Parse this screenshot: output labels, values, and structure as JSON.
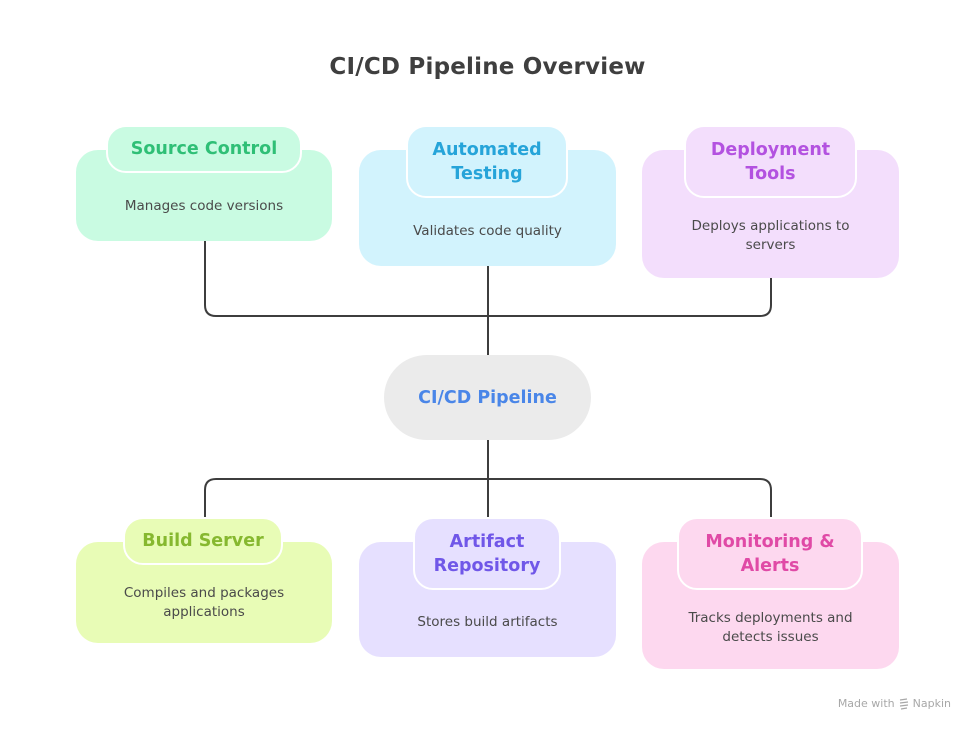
{
  "title": "CI/CD Pipeline Overview",
  "center": {
    "label": "CI/CD Pipeline",
    "color": "#4a86e8"
  },
  "nodes": [
    {
      "id": "source-control",
      "label": "Source Control",
      "description": "Manages code versions",
      "bg": "#c9fbe2",
      "label_color": "#2fbf76"
    },
    {
      "id": "automated-testing",
      "label": "Automated Testing",
      "description": "Validates code quality",
      "bg": "#d2f3fd",
      "label_color": "#26a4d9"
    },
    {
      "id": "deployment-tools",
      "label": "Deployment Tools",
      "description": "Deploys applications to servers",
      "bg": "#f3defc",
      "label_color": "#b352e0"
    },
    {
      "id": "build-server",
      "label": "Build Server",
      "description": "Compiles and packages applications",
      "bg": "#e8fcb6",
      "label_color": "#86b82f"
    },
    {
      "id": "artifact-repository",
      "label": "Artifact Repository",
      "description": "Stores build artifacts",
      "bg": "#e6e0ff",
      "label_color": "#7057e8"
    },
    {
      "id": "monitoring-alerts",
      "label": "Monitoring & Alerts",
      "description": "Tracks deployments and detects issues",
      "bg": "#fdd8ef",
      "label_color": "#e04aa6"
    }
  ],
  "connector_color": "#3d3d3d",
  "footer": {
    "prefix": "Made with",
    "brand": "Napkin",
    "icon": "napkin-logo-icon"
  }
}
